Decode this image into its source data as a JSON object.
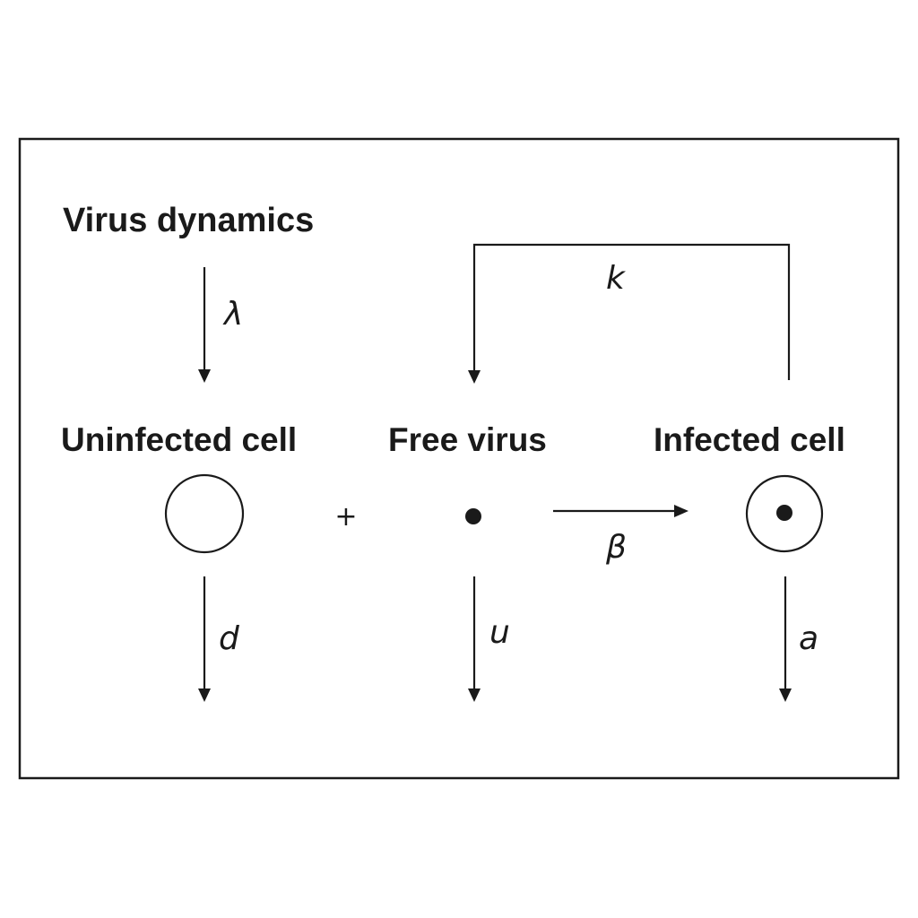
{
  "diagram": {
    "title": "Virus dynamics",
    "nodes": {
      "uninfected": {
        "label": "Uninfected cell",
        "icon": "open-circle"
      },
      "free_virus": {
        "label": "Free virus",
        "icon": "filled-dot"
      },
      "infected": {
        "label": "Infected cell",
        "icon": "circle-with-dot"
      }
    },
    "operator": "+",
    "rates": {
      "production_uninfected": "λ",
      "death_uninfected": "d",
      "death_virus": "u",
      "infection": "β",
      "virus_production": "k",
      "death_infected": "a"
    }
  }
}
